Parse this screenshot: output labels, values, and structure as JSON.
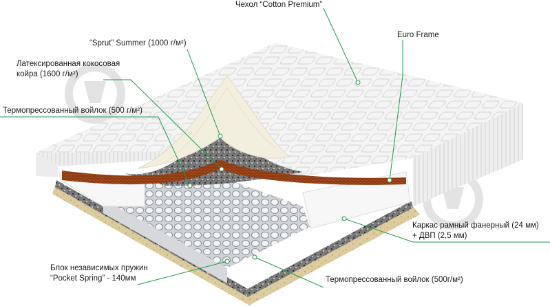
{
  "labels": {
    "cover": "Чехол “Cotton Premium”",
    "euro_frame": "Euro Frame",
    "sprut_summer": "“Sprut” Summer (1000 г/м²)",
    "latex_coconut_line1": "Латексированная кокосовая",
    "latex_coconut_line2": "койра (1600 г/м²)",
    "felt_top": "Термопрессованный войлок (500 г/м²)",
    "plywood_frame_line1": "Каркас рамный фанерный (24 мм)",
    "plywood_frame_line2": "+ ДВП (2,5 мм)",
    "springs_line1": "Блок независимых пружин",
    "springs_line2": "“Pocket Spring” - 140мм",
    "felt_bottom": "Термопрессованный войлок (500г/м²)"
  },
  "colors": {
    "leader_line": "#1d9a4e",
    "cover": "#f2f2f2",
    "coconut": "#8b3a14",
    "latex": "#f3efdf",
    "felt": "#4a4a4a",
    "plywood": "#d9c9a0",
    "watermark": "#e3e3e3"
  },
  "icons": [
    "watermark-icon"
  ]
}
